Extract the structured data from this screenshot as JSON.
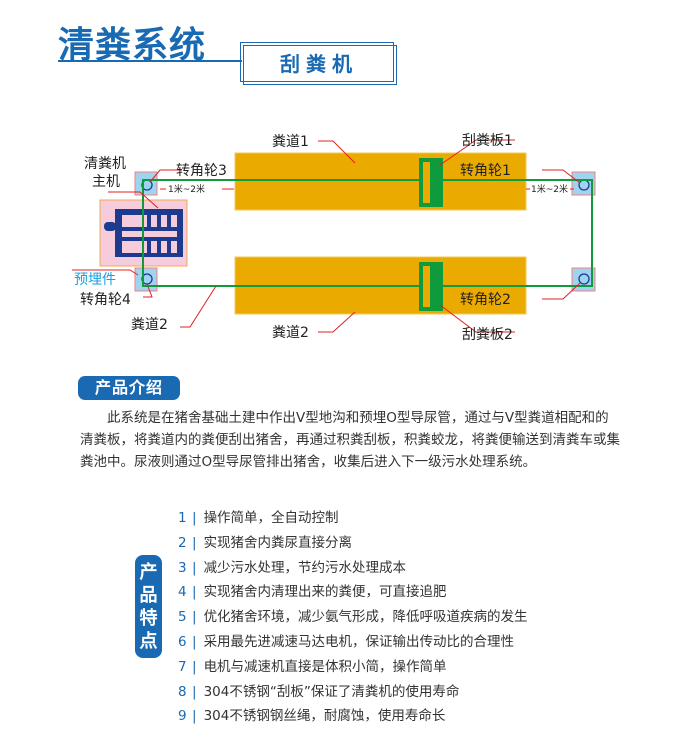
{
  "header": {
    "title": "清粪系统",
    "subtitle": "刮粪机"
  },
  "diagram": {
    "labels": {
      "host_line1": "清粪机",
      "host_line2": "主机",
      "wheel3": "转角轮3",
      "wheel1": "转角轮1",
      "wheel2": "转角轮2",
      "wheel4": "转角轮4",
      "distance_left": "1米~2米",
      "distance_right": "1米~2米",
      "lane1": "粪道1",
      "lane2": "粪道2",
      "lane2_left": "粪道2",
      "scraper1": "刮粪板1",
      "scraper2": "刮粪板2",
      "embedded": "预埋件"
    },
    "colors": {
      "lane": "#eaaa00",
      "cable": "#0f9a3c",
      "host_bg": "#f6cbdc",
      "machine": "#1c3a8e",
      "wheel_bg": "#9fd4f0",
      "leader": "#e02020",
      "embedded_label": "#1aa0e0"
    }
  },
  "intro": {
    "heading": "产品介绍",
    "lines": [
      "　　此系统是在猪舍基础土建中作出V型地沟和预埋O型导尿管，通过与V型粪道相配和的",
      "清粪板，将粪道内的粪便刮出猪舍，再通过积粪刮板，积粪蛟龙，将粪便输送到清粪车或集",
      "粪池中。尿液则通过O型导尿管排出猪舍，收集后进入下一级污水处理系统。"
    ]
  },
  "features": {
    "heading": [
      "产",
      "品",
      "特",
      "点"
    ],
    "items": [
      {
        "num": "1",
        "text": "操作简单，全自动控制"
      },
      {
        "num": "2",
        "text": "实现猪舍内粪尿直接分离"
      },
      {
        "num": "3",
        "text": "减少污水处理，节约污水处理成本"
      },
      {
        "num": "4",
        "text": "实现猪舍内清理出来的粪便，可直接追肥"
      },
      {
        "num": "5",
        "text": "优化猪舍环境，减少氨气形成，降低呼吸道疾病的发生"
      },
      {
        "num": "6",
        "text": "采用最先进减速马达电机，保证输出传动比的合理性"
      },
      {
        "num": "7",
        "text": "电机与减速机直接是体积小简，操作简单"
      },
      {
        "num": "8",
        "text": "304不锈钢“刮板”保证了清粪机的使用寿命"
      },
      {
        "num": "9",
        "text": "304不锈钢钢丝绳，耐腐蚀，使用寿命长"
      }
    ],
    "separator": "|"
  },
  "theme": {
    "brand_blue": "#1a6ab3"
  }
}
